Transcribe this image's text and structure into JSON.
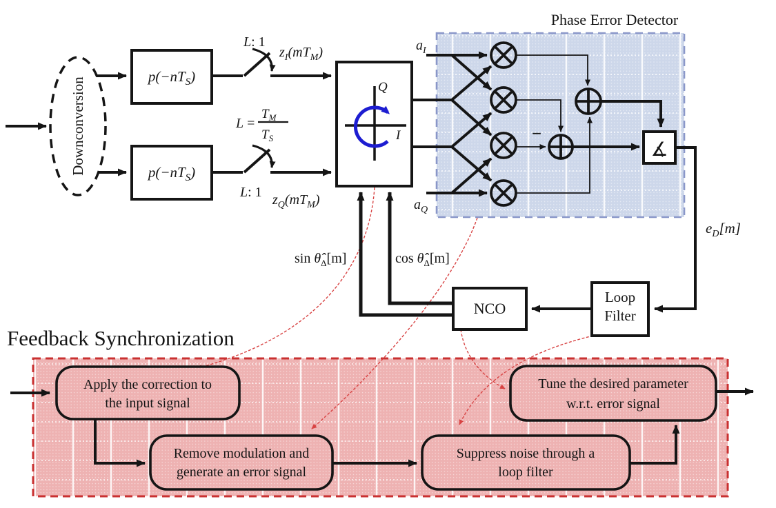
{
  "titles": {
    "ped": "Phase Error Detector",
    "feedback": "Feedback Synchronization"
  },
  "downconversion": {
    "label": "Downconversion"
  },
  "matched_filter": {
    "pre": "p(−nT",
    "sub": "S",
    "post": ")"
  },
  "decimator": {
    "it": "L",
    "rest": ": 1"
  },
  "z_i": {
    "base": "z",
    "sub": "I",
    "mid": "(mT",
    "sub2": "M",
    "post": ")"
  },
  "z_q": {
    "base": "z",
    "sub": "Q",
    "mid": "(mT",
    "sub2": "M",
    "post": ")"
  },
  "ratio": {
    "it": "L",
    "eq": " =",
    "num_base": "T",
    "num_sub": "M",
    "den_base": "T",
    "den_sub": "S"
  },
  "rotator": {
    "axis_q": "Q",
    "axis_i": "I"
  },
  "ped": {
    "a_i_base": "a",
    "a_i_sub": "I",
    "a_q_base": "a",
    "a_q_sub": "Q",
    "minus": "−",
    "slicer_symbol": "∡"
  },
  "error_signal": {
    "base": "e",
    "sub": "D",
    "post": "[m]"
  },
  "sin_label": {
    "fn": "sin ",
    "theta": "θ̂",
    "sub": "Δ",
    "post": "[m]"
  },
  "cos_label": {
    "fn": "cos ",
    "theta": "θ̂",
    "sub": "Δ",
    "post": "[m]"
  },
  "nco": {
    "label": "NCO"
  },
  "loop_filter": {
    "line1": "Loop",
    "line2": "Filter"
  },
  "feedback_boxes": [
    {
      "line1": "Apply the correction to",
      "line2": "the input signal"
    },
    {
      "line1": "Remove modulation and",
      "line2": "generate an error signal"
    },
    {
      "line1": "Suppress noise through a",
      "line2": "loop filter"
    },
    {
      "line1": "Tune the desired parameter",
      "line2": "w.r.t. error signal"
    }
  ],
  "colors": {
    "line": "#151515",
    "rotation_arrow_blue": "#1d1dd1",
    "ped_fill": "#cdd7ea",
    "ped_border": "#8a97c9",
    "feedback_fill": "#eeb2b2",
    "feedback_border": "#c93030",
    "red_connector": "#d84343"
  }
}
